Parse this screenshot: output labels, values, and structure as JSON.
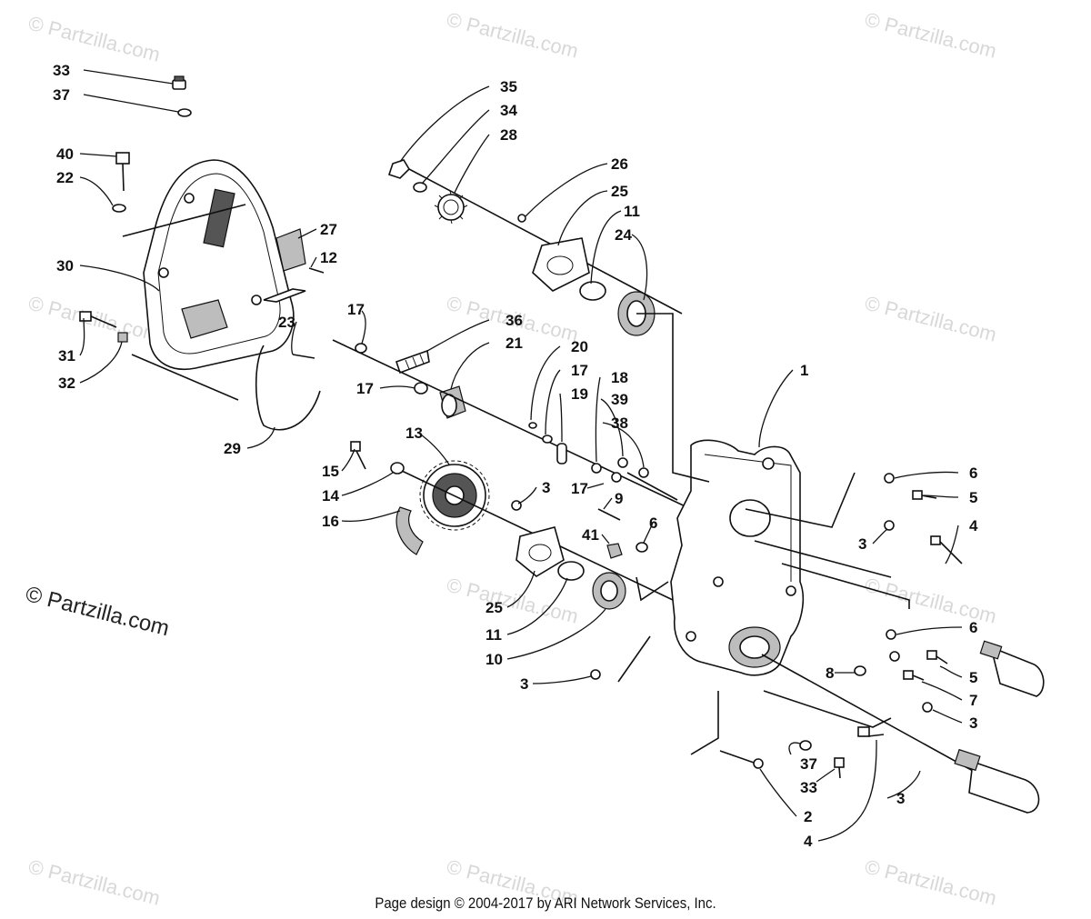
{
  "watermark": "© Partzilla.com",
  "side_watermark": "© Partzilla.com",
  "footer": "Page design © 2004-2017 by ARI Network Services, Inc.",
  "callouts": {
    "c33a": "33",
    "c37a": "37",
    "c40": "40",
    "c22": "22",
    "c30": "30",
    "c31": "31",
    "c32": "32",
    "c27": "27",
    "c12": "12",
    "c23": "23",
    "c29": "29",
    "c35": "35",
    "c34": "34",
    "c28": "28",
    "c26": "26",
    "c25a": "25",
    "c11a": "11",
    "c24": "24",
    "c17a": "17",
    "c36": "36",
    "c21": "21",
    "c17b": "17",
    "c20": "20",
    "c17c": "17",
    "c19": "19",
    "c18": "18",
    "c39": "39",
    "c38": "38",
    "c1": "1",
    "c6a": "6",
    "c5a": "5",
    "c3a": "3",
    "c4a": "4",
    "c13": "13",
    "c15": "15",
    "c14": "14",
    "c16": "16",
    "c3b": "3",
    "c17d": "17",
    "c9": "9",
    "c41": "41",
    "c6b": "6",
    "c25b": "25",
    "c11b": "11",
    "c10": "10",
    "c3c": "3",
    "c6c": "6",
    "c5b": "5",
    "c8": "8",
    "c7": "7",
    "c3d": "3",
    "c37b": "37",
    "c33b": "33",
    "c2": "2",
    "c4b": "4",
    "c3e": "3"
  }
}
